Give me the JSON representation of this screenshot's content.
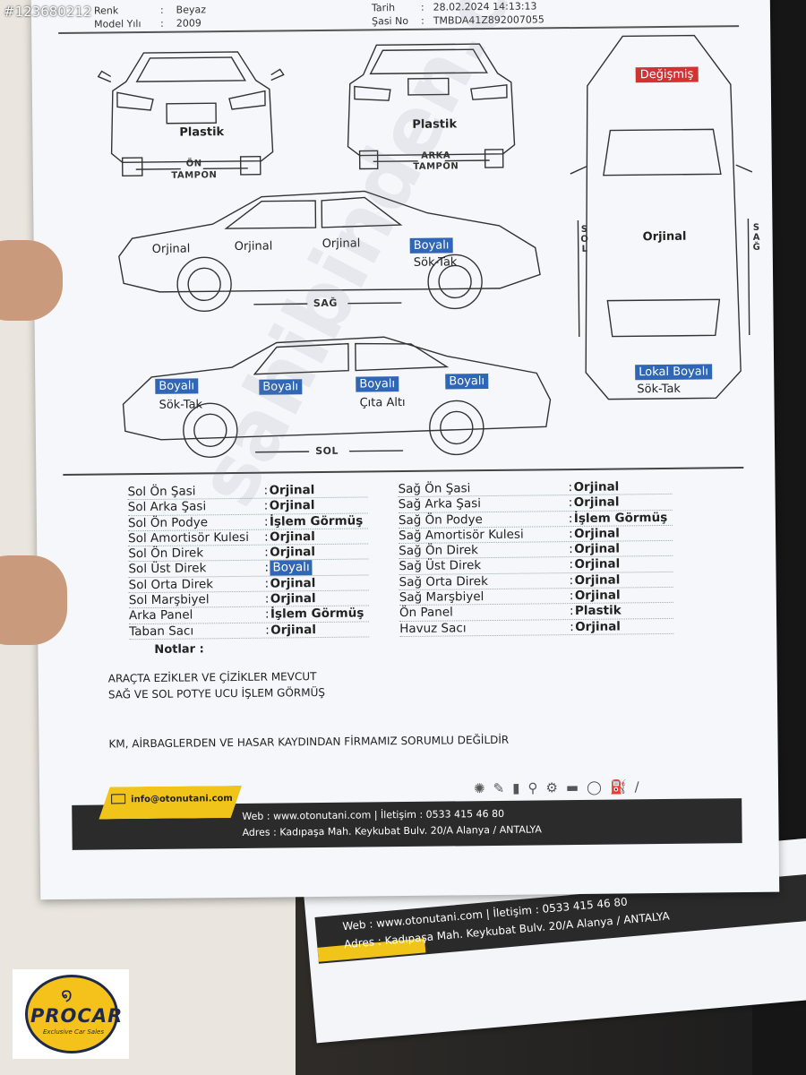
{
  "watermark_id": "#123680212",
  "header": {
    "left": [
      {
        "label": "Renk",
        "value": "Beyaz"
      },
      {
        "label": "Model Yılı",
        "value": "2009"
      }
    ],
    "right": [
      {
        "label": "Tarih",
        "value": "28.02.2024 14:13:13"
      },
      {
        "label": "Şasi No",
        "value": "TMBDA41Z892007055"
      }
    ]
  },
  "diagram": {
    "front_bumper": {
      "value": "Plastik",
      "caption_1": "ÖN",
      "caption_2": "TAMPON"
    },
    "rear_bumper": {
      "value": "Plastik",
      "caption_1": "ARKA",
      "caption_2": "TAMPON"
    },
    "roof_top": "Değişmiş",
    "roof_mid": "Orjinal",
    "roof_rear_1": "Lokal Boyalı",
    "roof_rear_2": "Sök-Tak",
    "side_left_caption": "SOL",
    "side_right_caption": "SAĞ",
    "right_side": {
      "caption": "SAĞ",
      "labels": [
        "Orjinal",
        "Orjinal",
        "Orjinal",
        "Boyalı",
        "Sök-Tak"
      ]
    },
    "left_side": {
      "caption": "SOL",
      "labels": [
        "Boyalı",
        "Sök-Tak",
        "Boyalı",
        "Boyalı",
        "Çıta Altı",
        "Boyalı"
      ]
    }
  },
  "table_left": [
    {
      "name": "Sol Ön Şasi",
      "value": "Orjinal"
    },
    {
      "name": "Sol Arka Şasi",
      "value": "Orjinal"
    },
    {
      "name": "Sol Ön Podye",
      "value": "İşlem Görmüş"
    },
    {
      "name": "Sol Amortisör Kulesi",
      "value": "Orjinal"
    },
    {
      "name": "Sol Ön Direk",
      "value": "Orjinal"
    },
    {
      "name": "Sol Üst Direk",
      "value": "Boyalı"
    },
    {
      "name": "Sol Orta Direk",
      "value": "Orjinal"
    },
    {
      "name": "Sol Marşbiyel",
      "value": "Orjinal"
    },
    {
      "name": "Arka Panel",
      "value": "İşlem Görmüş"
    },
    {
      "name": "Taban Sacı",
      "value": "Orjinal"
    }
  ],
  "table_right": [
    {
      "name": "Sağ Ön Şasi",
      "value": "Orjinal"
    },
    {
      "name": "Sağ Arka Şasi",
      "value": "Orjinal"
    },
    {
      "name": "Sağ Ön Podye",
      "value": "İşlem Görmüş"
    },
    {
      "name": "Sağ Amortisör Kulesi",
      "value": "Orjinal"
    },
    {
      "name": "Sağ Ön Direk",
      "value": "Orjinal"
    },
    {
      "name": "Sağ Üst Direk",
      "value": "Orjinal"
    },
    {
      "name": "Sağ Orta Direk",
      "value": "Orjinal"
    },
    {
      "name": "Sağ Marşbiyel",
      "value": "Orjinal"
    },
    {
      "name": "Ön Panel",
      "value": "Plastik"
    },
    {
      "name": "Havuz Sacı",
      "value": "Orjinal"
    }
  ],
  "notes": {
    "title": "Notlar :",
    "line1": "ARAÇTA EZİKLER VE ÇİZİKLER MEVCUT",
    "line2": "SAĞ VE SOL POTYE UCU  İŞLEM GÖRMÜŞ",
    "line3": "KM, AİRBAGLERDEN VE HASAR KAYDINDAN FİRMAMIZ SORUMLU DEĞİLDİR"
  },
  "footer": {
    "email": "info@otonutani.com",
    "web_line": "Web   :  www.otonutani.com  |   İletişim : 0533 415 46 80",
    "address_line": "Adres :  Kadıpaşa Mah. Keykubat Bulv. 20/A Alanya / ANTALYA"
  },
  "sheet2": {
    "web_line": "Web   :  www.otonutani.com  |   İletişim : 0533 415 46 80",
    "address_line": "Adres :  Kadıpaşa Mah. Keykubat Bulv. 20/A Alanya / ANTALYA"
  },
  "watermark_text": "sahibinden.com",
  "logo": {
    "name": "PROCAR",
    "tagline": "Exclusive Car Sales"
  }
}
